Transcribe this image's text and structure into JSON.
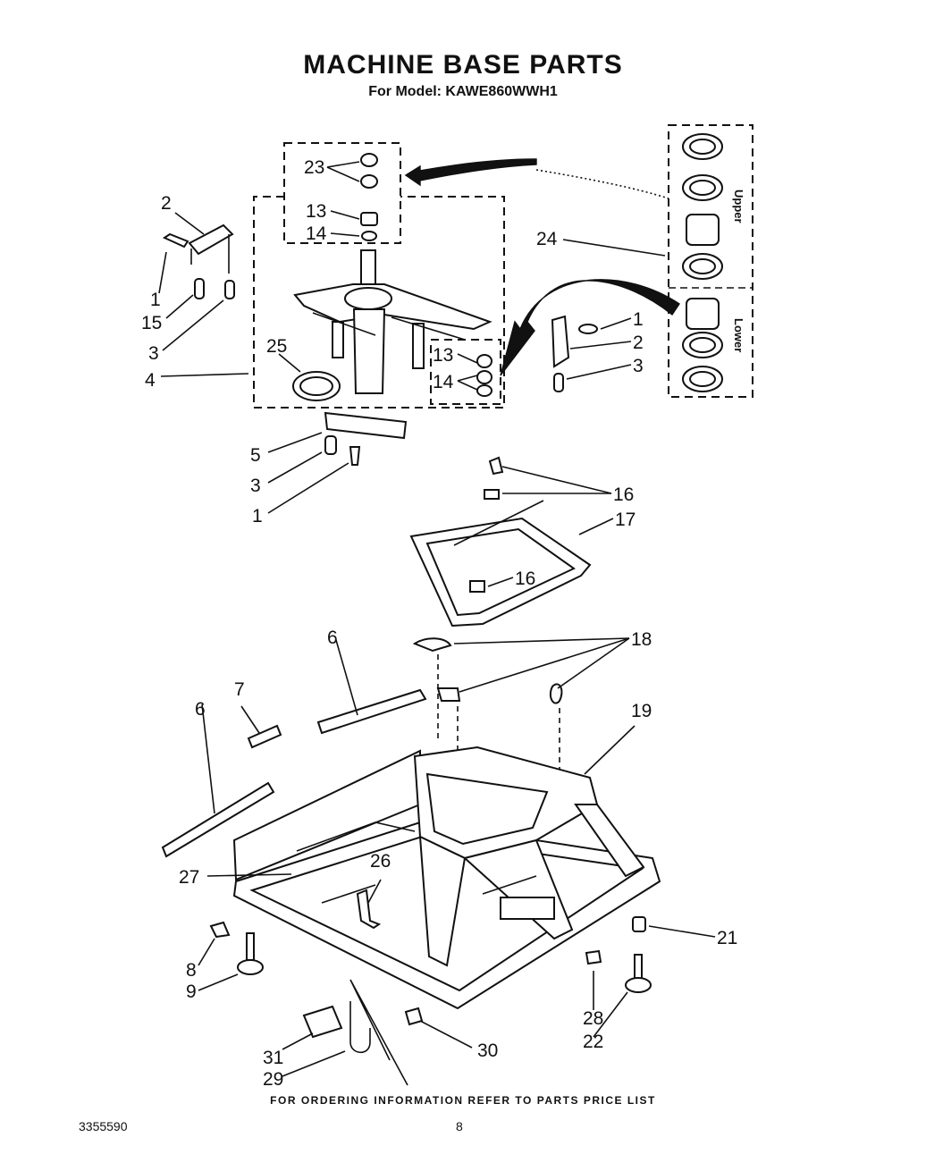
{
  "header": {
    "title": "MACHINE BASE PARTS",
    "subtitle": "For Model: KAWE860WWH1"
  },
  "footer": {
    "ordering_note": "FOR ORDERING INFORMATION REFER TO PARTS PRICE LIST",
    "document_number": "3355590",
    "page_number": "8"
  },
  "side_box": {
    "upper_label": "Upper",
    "lower_label": "Lower"
  },
  "callouts": {
    "c23": "23",
    "c13a": "13",
    "c14a": "14",
    "c2a": "2",
    "c1a": "1",
    "c15": "15",
    "c3a": "3",
    "c4": "4",
    "c25": "25",
    "c24": "24",
    "c1b": "1",
    "c2b": "2",
    "c3b": "3",
    "c13b": "13",
    "c14b": "14",
    "c5": "5",
    "c3c": "3",
    "c1c": "1",
    "c16a": "16",
    "c17": "17",
    "c16b": "16",
    "c6a": "6",
    "c18": "18",
    "c7": "7",
    "c6b": "6",
    "c19": "19",
    "c27": "27",
    "c26": "26",
    "c21": "21",
    "c8": "8",
    "c9": "9",
    "c28": "28",
    "c22": "22",
    "c31": "31",
    "c29": "29",
    "c30": "30"
  }
}
